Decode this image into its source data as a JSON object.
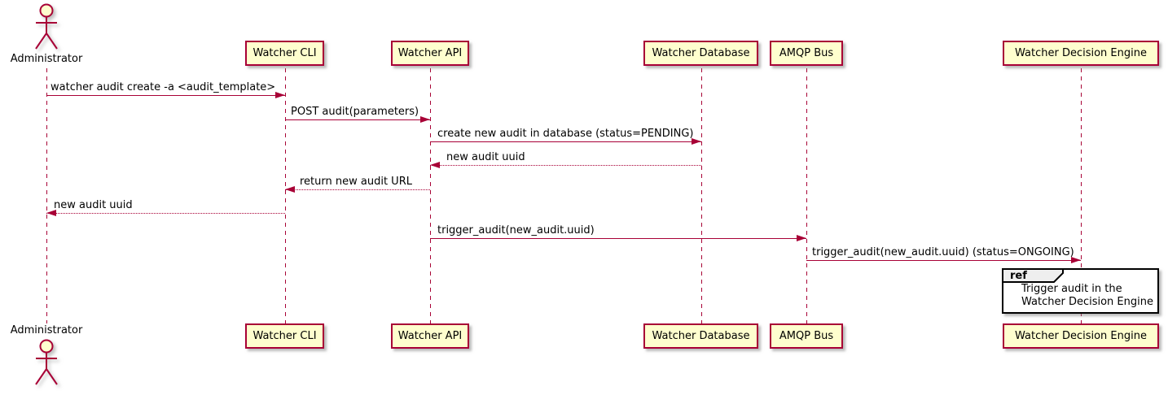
{
  "actor": {
    "label": "Administrator"
  },
  "participants": [
    {
      "id": "watcher-cli",
      "label": "Watcher CLI"
    },
    {
      "id": "watcher-api",
      "label": "Watcher API"
    },
    {
      "id": "watcher-database",
      "label": "Watcher Database"
    },
    {
      "id": "amqp-bus",
      "label": "AMQP Bus"
    },
    {
      "id": "watcher-decision-engine",
      "label": "Watcher Decision Engine"
    }
  ],
  "messages": [
    {
      "from": "Administrator",
      "to": "Watcher CLI",
      "line": "solid",
      "label": "watcher audit create -a <audit_template>"
    },
    {
      "from": "Watcher CLI",
      "to": "Watcher API",
      "line": "solid",
      "label": "POST audit(parameters)"
    },
    {
      "from": "Watcher API",
      "to": "Watcher Database",
      "line": "solid",
      "label": "create new audit in database (status=PENDING)"
    },
    {
      "from": "Watcher Database",
      "to": "Watcher API",
      "line": "dotted",
      "label": "new audit uuid"
    },
    {
      "from": "Watcher API",
      "to": "Watcher CLI",
      "line": "dotted",
      "label": "return new audit URL"
    },
    {
      "from": "Watcher CLI",
      "to": "Administrator",
      "line": "dotted",
      "label": "new audit uuid"
    },
    {
      "from": "Watcher API",
      "to": "AMQP Bus",
      "line": "solid",
      "label": "trigger_audit(new_audit.uuid)"
    },
    {
      "from": "AMQP Bus",
      "to": "Watcher Decision Engine",
      "line": "solid",
      "label": "trigger_audit(new_audit.uuid) (status=ONGOING)"
    }
  ],
  "ref_fragment": {
    "tag": "ref",
    "lines": [
      "Trigger audit in the",
      "Watcher Decision Engine"
    ]
  },
  "colors": {
    "accent": "#A80036",
    "participant_fill": "#FEFECE",
    "ref_tag_fill": "#EEEEEE",
    "ref_border": "#000000",
    "text": "#000000",
    "background": "#FFFFFF"
  }
}
